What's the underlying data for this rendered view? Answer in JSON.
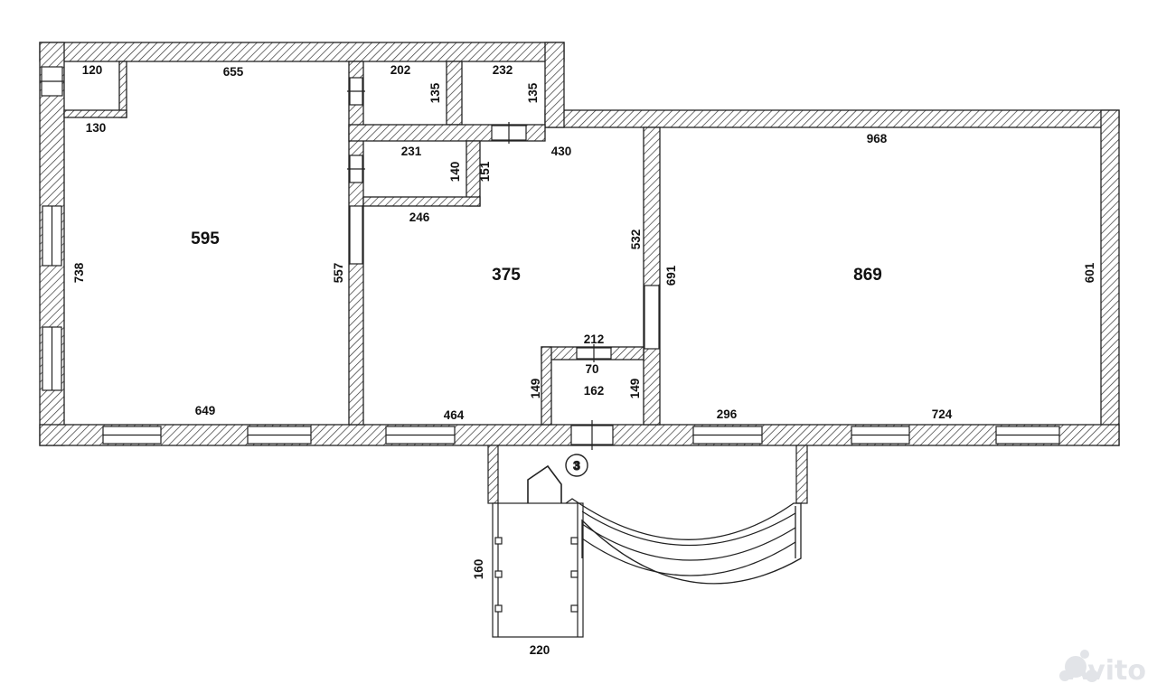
{
  "plan": {
    "rooms": {
      "left_hall_area": "595",
      "middle_room_area": "375",
      "right_hall_area": "869"
    },
    "dimensions": {
      "top_left_closet_width": "120",
      "top_left_closet_depth": "130",
      "left_hall_top": "655",
      "left_hall_bottom": "649",
      "left_hall_left": "738",
      "left_hall_right": "557",
      "closet_a_width": "202",
      "closet_a_depth": "135",
      "closet_b_width": "232",
      "closet_b_depth": "135",
      "corridor_top": "430",
      "small_room_width": "231",
      "small_room_depth": "140",
      "small_room_side": "151",
      "small_room_bottom": "246",
      "middle_room_right": "532",
      "middle_room_bottom": "464",
      "vestibule_top": "212",
      "vestibule_door": "70",
      "vestibule_area": "162",
      "vestibule_left": "149",
      "vestibule_right": "149",
      "right_hall_top": "968",
      "right_hall_left": "691",
      "right_hall_right": "601",
      "right_hall_bottom_a": "296",
      "right_hall_bottom_b": "724",
      "ramp_length": "160",
      "ramp_width": "220"
    },
    "entrance_marker": "3",
    "watermark": "Avito"
  }
}
